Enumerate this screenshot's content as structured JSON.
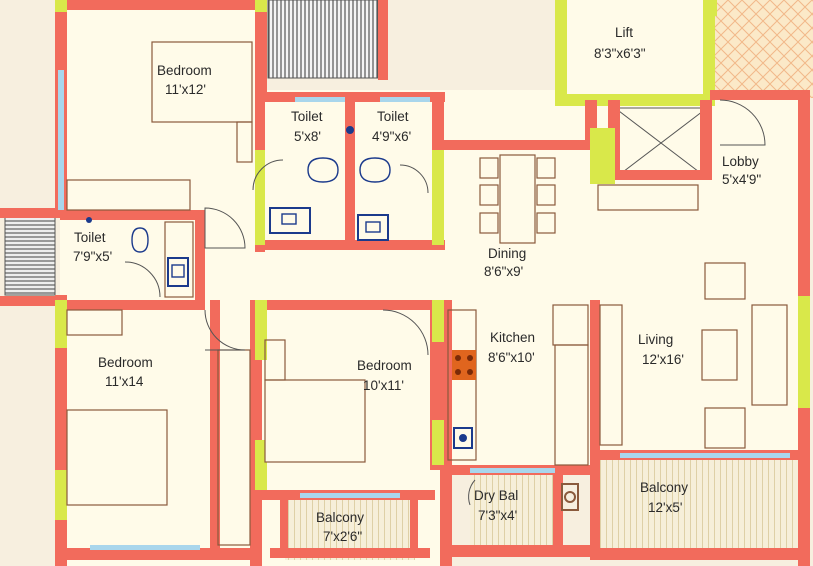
{
  "colors": {
    "wall": "#f26b5c",
    "window": "#d9e84a",
    "floor": "#fffbe9",
    "sheet": "#f4ead8",
    "fixture": "#1b3a8c",
    "stove": "#e0651e",
    "glass": "#a9d6ec",
    "lift": "#d9e84a"
  },
  "rooms": [
    {
      "id": "bedroom-1",
      "name": "Bedroom",
      "size": "11'x12'"
    },
    {
      "id": "toilet-1",
      "name": "Toilet",
      "size": "5'x8'"
    },
    {
      "id": "toilet-2",
      "name": "Toilet",
      "size": "4'9\"x6'"
    },
    {
      "id": "lift",
      "name": "Lift",
      "size": "8'3\"x6'3\""
    },
    {
      "id": "lobby",
      "name": "Lobby",
      "size": "5'x4'9\""
    },
    {
      "id": "toilet-3",
      "name": "Toilet",
      "size": "7'9\"x5'"
    },
    {
      "id": "dining",
      "name": "Dining",
      "size": "8'6\"x9'"
    },
    {
      "id": "bedroom-2",
      "name": "Bedroom",
      "size": "11'x14"
    },
    {
      "id": "bedroom-3",
      "name": "Bedroom",
      "size": "10'x11'"
    },
    {
      "id": "kitchen",
      "name": "Kitchen",
      "size": "8'6\"x10'"
    },
    {
      "id": "living",
      "name": "Living",
      "size": "12'x16'"
    },
    {
      "id": "balcony-1",
      "name": "Balcony",
      "size": "7'x2'6\""
    },
    {
      "id": "dry-balcony",
      "name": "Dry Bal",
      "size": "7'3\"x4'"
    },
    {
      "id": "balcony-2",
      "name": "Balcony",
      "size": "12'x5'"
    }
  ]
}
